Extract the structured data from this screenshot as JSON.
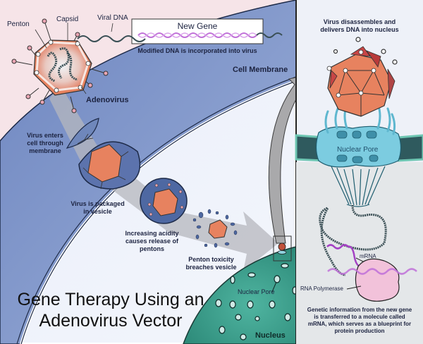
{
  "title": {
    "line1": "Gene Therapy Using an",
    "line2": "Adenovirus Vector"
  },
  "labels": {
    "penton": "Penton",
    "capsid": "Capsid",
    "viral_dna": "Viral DNA",
    "new_gene": "New Gene",
    "modified_dna": "Modified DNA is incorporated into virus",
    "cell_membrane": "Cell Membrane",
    "adenovirus": "Adenovirus",
    "virus_enters": [
      "Virus enters",
      "cell through",
      "membrane"
    ],
    "virus_packaged": [
      "Virus is packaged",
      "in vesicle"
    ],
    "increasing_acidity": [
      "Increasing acidity",
      "causes release of",
      "pentons"
    ],
    "penton_toxicity": [
      "Penton toxicity",
      "breaches vesicle"
    ],
    "nuclear_pore_small": "Nuclear Pore",
    "nucleus": "Nucleus",
    "virus_disassembles": [
      "Virus disassembles and",
      "delivers DNA into nucleus"
    ],
    "nuclear_pore_large": "Nuclear Pore",
    "mrna": "mRNA",
    "rna_polymerase": "RNA Polymerase",
    "genetic_info": [
      "Genetic information from the new gene",
      "is transferred to a molecule called",
      "mRNA, which serves as a blueprint for",
      "protein production"
    ]
  },
  "colors": {
    "background_pink": "#f6e4e8",
    "cell_blue": "#8ea3d0",
    "cytoplasm": "#e6ecf8",
    "virus_orange": "#e8856a",
    "nucleus_teal": "#3c9e8c",
    "pore_cyan": "#7ccce0",
    "dna_dark": "#3a4f55",
    "gene_purple": "#c070d8",
    "arrow_gray": "#a9a9ab",
    "polymerase_pink": "#f2c2da"
  }
}
